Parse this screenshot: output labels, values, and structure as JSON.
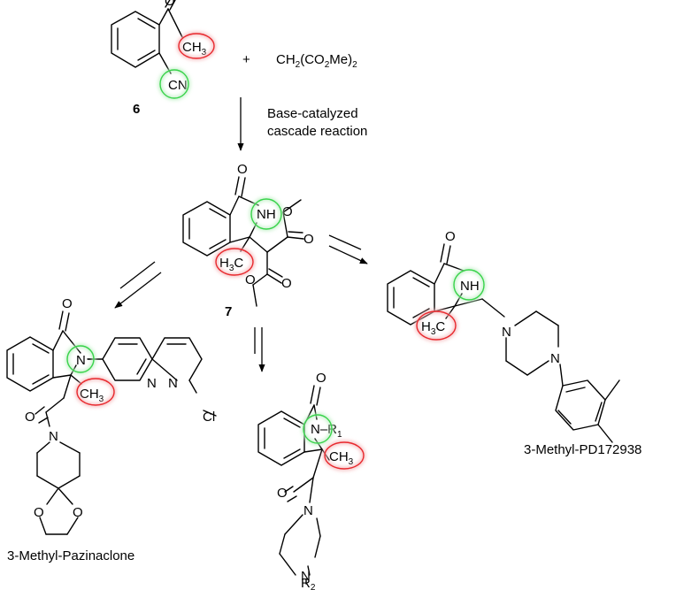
{
  "colors": {
    "highlight_red": "#e8282d",
    "highlight_green": "#38d34a",
    "glow_red": "#f5b9bb",
    "glow_green": "#bff0c4"
  },
  "reaction": {
    "reagent": "CH2(CO2Me)2",
    "plus": "+",
    "condition_line1": "Base-catalyzed",
    "condition_line2": "cascade reaction"
  },
  "compounds": {
    "c6": {
      "number": "6",
      "ch3": "CH3",
      "cn": "CN"
    },
    "c7": {
      "number": "7",
      "nh": "NH",
      "h3c": "H3C"
    },
    "pd": {
      "name": "3-Methyl-PD172938",
      "nh": "NH",
      "h3c": "H3C",
      "n1": "N",
      "n2": "N"
    },
    "paz": {
      "name": "3-Methyl-Pazinaclone",
      "n": "N",
      "ch3": "CH3",
      "ring_n1": "N",
      "ring_n2": "N",
      "cl": "Cl",
      "amide_n": "N",
      "o1": "O",
      "o2": "O"
    },
    "gen": {
      "nr1": "N–R1",
      "ch3": "CH3",
      "n1": "N",
      "nr2": "N",
      "r2": "R2"
    }
  }
}
